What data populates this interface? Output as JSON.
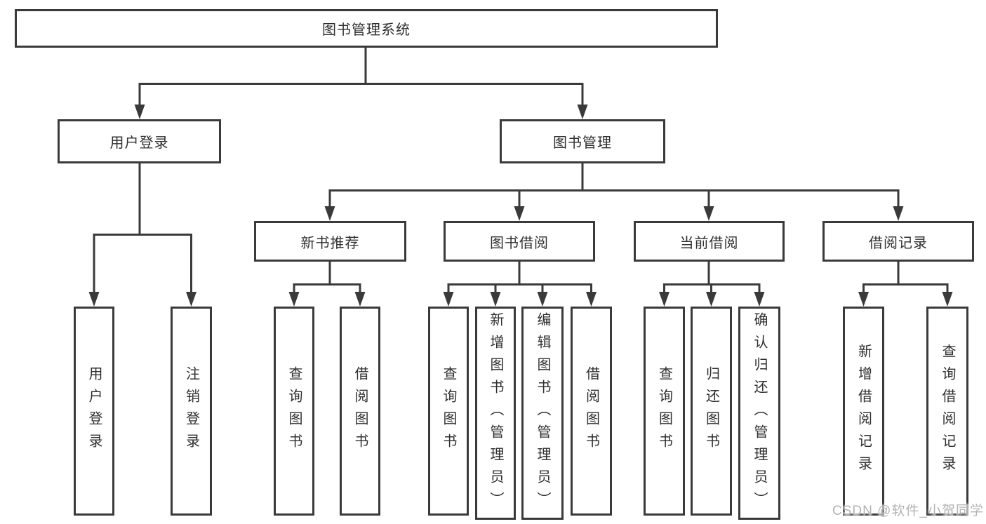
{
  "diagram": {
    "type": "hierarchy-tree",
    "root": {
      "label": "图书管理系统"
    },
    "level2": {
      "user_login": {
        "label": "用户登录"
      },
      "book_management": {
        "label": "图书管理"
      }
    },
    "user_login_leaves": [
      {
        "label": "用户登录"
      },
      {
        "label": "注销登录"
      }
    ],
    "book_management_groups": [
      {
        "label": "新书推荐",
        "leaves": [
          {
            "label": "查询图书"
          },
          {
            "label": "借阅图书"
          }
        ]
      },
      {
        "label": "图书借阅",
        "leaves": [
          {
            "label": "查询图书"
          },
          {
            "label": "新增图书（管理员）"
          },
          {
            "label": "编辑图书（管理员）"
          },
          {
            "label": "借阅图书"
          }
        ]
      },
      {
        "label": "当前借阅",
        "leaves": [
          {
            "label": "查询图书"
          },
          {
            "label": "归还图书"
          },
          {
            "label": "确认归还（管理员）"
          }
        ]
      },
      {
        "label": "借阅记录",
        "leaves": [
          {
            "label": "新增借阅记录"
          },
          {
            "label": "查询借阅记录"
          }
        ]
      }
    ],
    "watermark": "CSDN @软件_小贺同学",
    "colors": {
      "line": "#3a3a3a",
      "text": "#2f2f2f",
      "background": "#ffffff",
      "watermark": "#b3b3b3"
    }
  }
}
